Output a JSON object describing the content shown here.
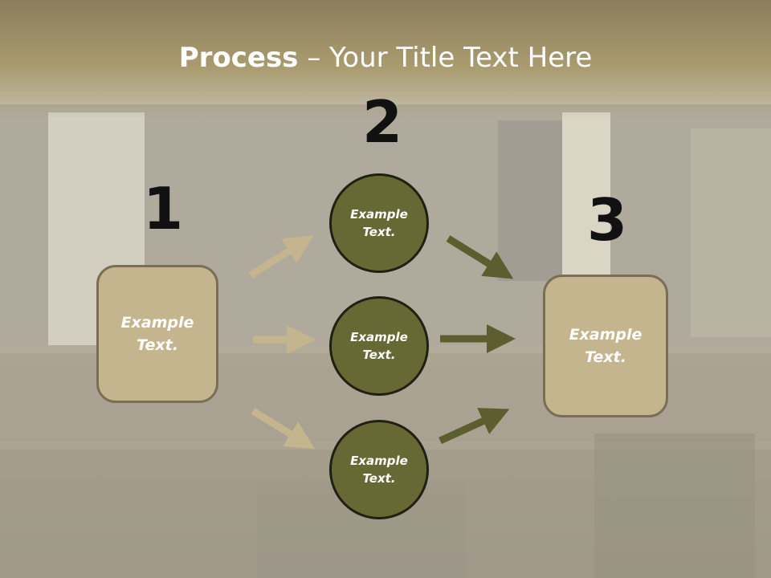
{
  "title": {
    "strong": "Process",
    "rest": " – Your Title Text Here"
  },
  "steps": {
    "one": "1",
    "two": "2",
    "three": "3"
  },
  "left_box": {
    "text": "Example\nText."
  },
  "right_box": {
    "text": "Example\nText."
  },
  "circles": [
    {
      "text": "Example\nText."
    },
    {
      "text": "Example\nText."
    },
    {
      "text": "Example\nText."
    }
  ],
  "colors": {
    "title_band": "#a99a6e",
    "box_fill": "#c4b58e",
    "box_border": "#7a6f56",
    "circle_fill": "#676935",
    "circle_border": "#1f2012",
    "arrow_light": "#c4b58e",
    "arrow_dark": "#5d5e30"
  }
}
